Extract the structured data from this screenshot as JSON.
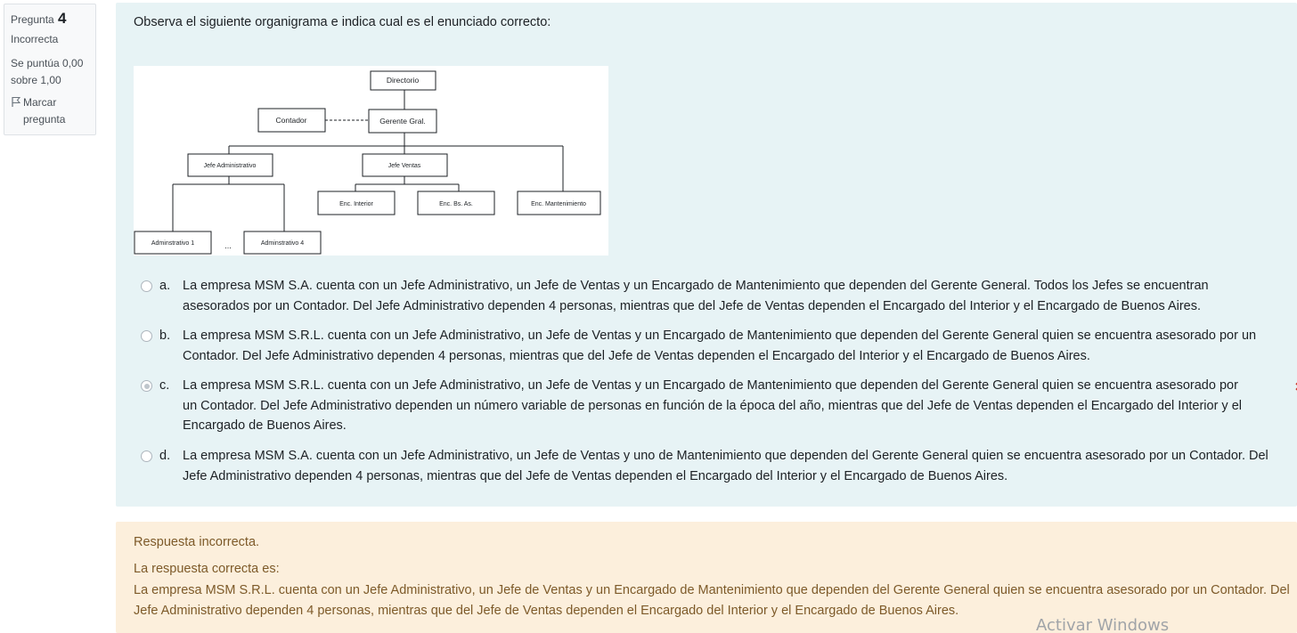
{
  "question_info": {
    "label": "Pregunta",
    "number": "4",
    "state": "Incorrecta",
    "grade": "Se puntúa 0,00 sobre 1,00",
    "flag_label": "Marcar pregunta",
    "flag_icon": "flag-outline-icon"
  },
  "question": {
    "text": "Observa el siguiente organigrama e indica cual es el enunciado correcto:"
  },
  "orgchart": {
    "directorio": "Directorio",
    "gerente": "Gerente Gral.",
    "contador": "Contador",
    "jefe_admin": "Jefe Administrativo",
    "jefe_ventas": "Jefe Ventas",
    "enc_interior": "Enc. Interior",
    "enc_bsas": "Enc. Bs. As.",
    "enc_mant": "Enc. Mantenimiento",
    "adm1": "Adminstrativo 1",
    "adm4": "Adminstrativo 4",
    "ellipsis": "..."
  },
  "options": [
    {
      "letter": "a.",
      "text": "La empresa MSM S.A. cuenta con un Jefe Administrativo, un Jefe de Ventas y un Encargado de Mantenimiento que dependen del Gerente General. Todos los Jefes se encuentran asesorados por un Contador. Del Jefe Administrativo dependen 4 personas, mientras que del Jefe de Ventas dependen el Encargado del Interior y el Encargado de Buenos Aires.",
      "selected": false
    },
    {
      "letter": "b.",
      "text": "La empresa MSM S.R.L. cuenta con un Jefe Administrativo, un Jefe de Ventas y un Encargado de Mantenimiento que dependen del Gerente General quien se encuentra asesorado por un Contador. Del Jefe Administrativo dependen 4 personas, mientras que del Jefe de Ventas dependen el Encargado del Interior y el Encargado de Buenos Aires.",
      "selected": false
    },
    {
      "letter": "c.",
      "text": "La empresa MSM S.R.L. cuenta con un Jefe Administrativo, un Jefe de Ventas y un Encargado de Mantenimiento que dependen del Gerente General quien se encuentra asesorado por un Contador. Del Jefe Administrativo dependen un número variable de personas en función de la época del año, mientras que del Jefe de Ventas dependen el Encargado del Interior y el Encargado de Buenos Aires.",
      "selected": true,
      "mark_icon": "incorrect-x-icon",
      "mark_color": "#ca3120"
    },
    {
      "letter": "d.",
      "text": "La empresa MSM S.A. cuenta con un Jefe Administrativo, un Jefe de Ventas y uno de Mantenimiento que dependen del Gerente General quien se encuentra asesorado por un Contador. Del Jefe Administrativo dependen 4 personas, mientras que del Jefe de Ventas dependen el Encargado del Interior y el Encargado de Buenos Aires.",
      "selected": false
    }
  ],
  "feedback": {
    "general": "Respuesta incorrecta.",
    "right_label": "La respuesta correcta es:",
    "right_answer": "La empresa MSM S.R.L. cuenta con un Jefe Administrativo, un Jefe de Ventas y un Encargado de Mantenimiento que dependen del Gerente General quien se encuentra asesorado por un Contador. Del Jefe Administrativo dependen 4 personas, mientras que del Jefe de Ventas dependen el Encargado del Interior y el Encargado de Buenos Aires."
  },
  "watermark": "Activar Windows",
  "colors": {
    "question_bg": "#e7f3f5",
    "feedback_bg": "#fcefdc",
    "feedback_text": "#7d5a29",
    "incorrect": "#ca3120"
  }
}
